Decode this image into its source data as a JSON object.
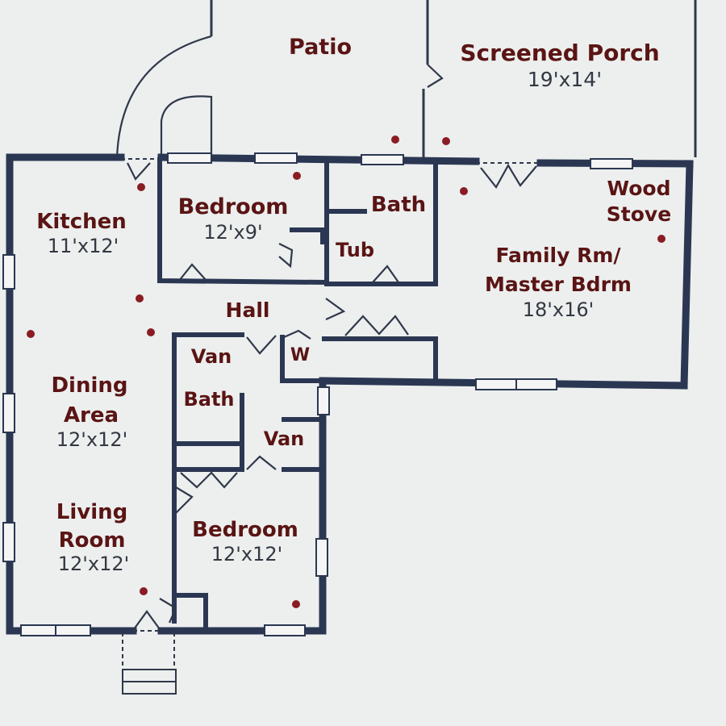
{
  "rooms": {
    "patio": {
      "name": "Patio"
    },
    "screened_porch": {
      "name": "Screened Porch",
      "size": "19'x14'"
    },
    "kitchen": {
      "name": "Kitchen",
      "size": "11'x12'"
    },
    "bedroom_north": {
      "name": "Bedroom",
      "size": "12'x9'"
    },
    "bath_north": {
      "name": "Bath"
    },
    "tub": {
      "name": "Tub"
    },
    "wood_stove": {
      "line1": "Wood",
      "line2": "Stove"
    },
    "family_room": {
      "line1": "Family Rm/",
      "line2": "Master Bdrm",
      "size": "18'x16'"
    },
    "hall": {
      "name": "Hall"
    },
    "washer": {
      "name": "W"
    },
    "vanity_1": {
      "name": "Van"
    },
    "bath_south": {
      "name": "Bath"
    },
    "vanity_2": {
      "name": "Van"
    },
    "dining": {
      "line1": "Dining",
      "line2": "Area",
      "size": "12'x12'"
    },
    "living": {
      "line1": "Living",
      "line2": "Room",
      "size": "12'x12'"
    },
    "bedroom_south": {
      "name": "Bedroom",
      "size": "12'x12'"
    }
  },
  "colors": {
    "background": "#ecefee",
    "wall": "#2b3752",
    "label": "#5a1414",
    "dimension": "#333842",
    "outlet_dot": "#8a1c24"
  }
}
